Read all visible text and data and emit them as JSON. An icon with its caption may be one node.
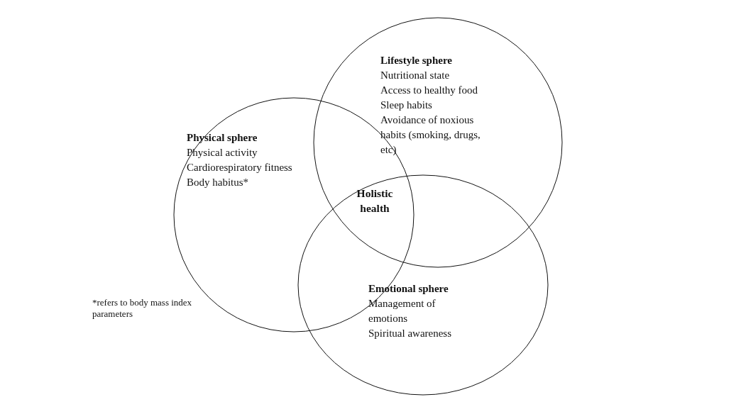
{
  "diagram": {
    "nodes": [
      {
        "text": [
          "Physical sphere",
          "Physical activity",
          "Cardiorespiratory fitness",
          "Body habitus*"
        ]
      },
      {
        "text": [
          "Lifestyle sphere",
          "Nutritional state",
          "Access to healthy food",
          "Sleep habits",
          "Avoidance of noxious habits (smoking, drugs, etc)"
        ]
      },
      {
        "text": [
          "Emotional sphere",
          "Management of emotions",
          "Spiritual awareness"
        ]
      }
    ],
    "labels": [
      "Holistic health",
      "*refers to body mass index parameters"
    ]
  }
}
